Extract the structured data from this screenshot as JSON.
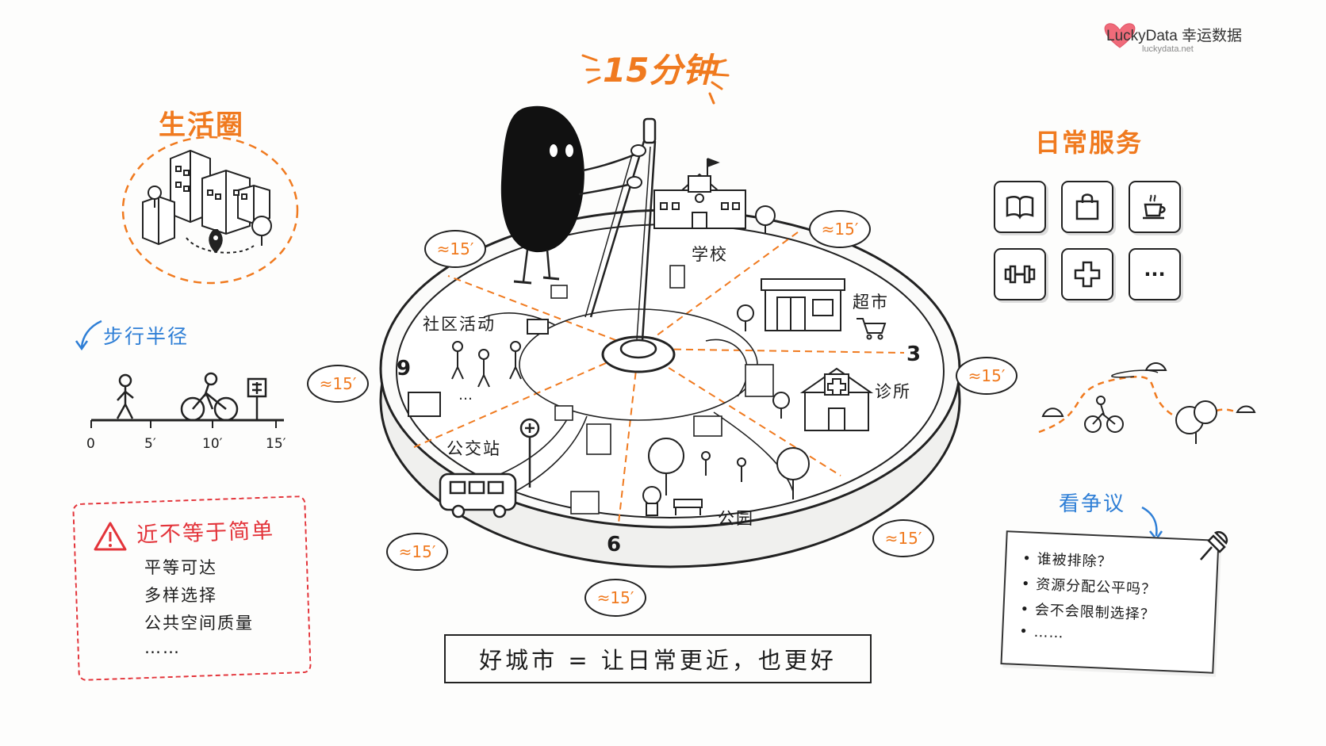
{
  "logo": {
    "brand": "LuckyData 幸运数据",
    "site": "luckydata.net"
  },
  "title": "15分钟",
  "left_panel": {
    "life_circle": "生活圈",
    "walking_radius": "步行半径",
    "scale_ticks": [
      "0",
      "5′",
      "10′",
      "15′"
    ]
  },
  "warning": {
    "title": "近不等于简单",
    "items": [
      "平等可达",
      "多样选择",
      "公共空间质量",
      "……"
    ]
  },
  "dial": {
    "segments": [
      "学校",
      "超市",
      "诊所",
      "公园",
      "公交站",
      "社区活动"
    ],
    "numbers": [
      "3",
      "6",
      "9"
    ],
    "time_badges": [
      "≈15′",
      "≈15′",
      "≈15′",
      "≈15′",
      "≈15′",
      "≈15′",
      "≈15′"
    ],
    "ellipsis": "…"
  },
  "services": {
    "title": "日常服务",
    "icons": [
      "book-icon",
      "shopping-bag-icon",
      "coffee-cup-icon",
      "dumbbell-icon",
      "medical-cross-icon",
      "more-icon"
    ],
    "more_label": "···"
  },
  "controversy": {
    "title": "看争议",
    "items": [
      "• 谁被排除？",
      "• 资源分配公平吗？",
      "• 会不会限制选择？",
      "• ……"
    ]
  },
  "conclusion": "好城市 = 让日常更近，也更好",
  "colors": {
    "orange": "#f07a1f",
    "blue": "#2f7fd6",
    "red": "#e3343a",
    "ink": "#1c1c1c"
  }
}
